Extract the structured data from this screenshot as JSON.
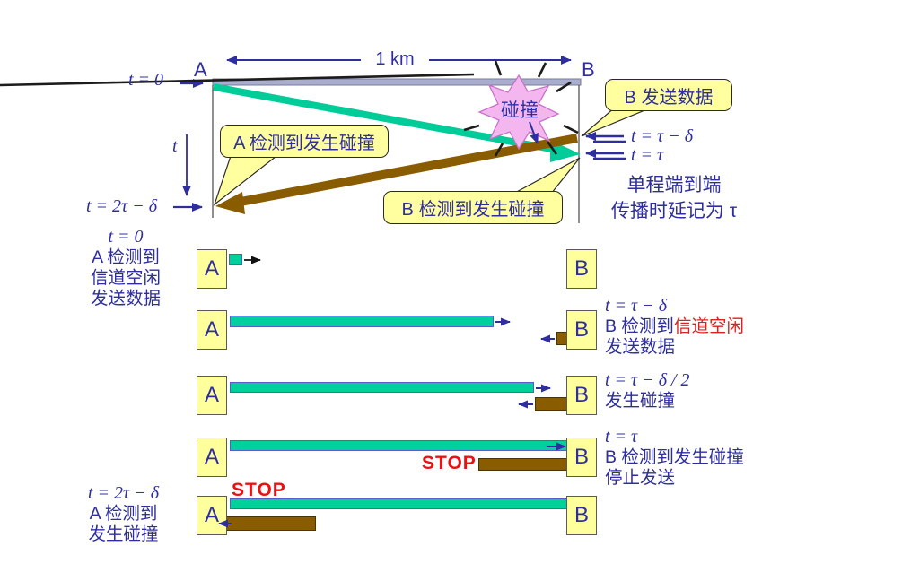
{
  "top_diagram": {
    "node_a": "A",
    "node_b": "B",
    "distance": "1 km",
    "time_zero": "t = 0",
    "time_axis": "t",
    "time_2tau_delta": "t = 2τ − δ",
    "collision": "碰撞",
    "callout_a_detect": "A 检测到发生碰撞",
    "callout_b_send": "B 发送数据",
    "callout_b_detect": "B 检测到发生碰撞",
    "time_tau_delta": "t = τ − δ",
    "time_tau": "t = τ",
    "note_line1": "单程端到端",
    "note_line2": "传播时延记为 τ"
  },
  "timeline": {
    "node_a": "A",
    "node_b": "B",
    "row1_left": {
      "l1": "t = 0",
      "l2": "A 检测到",
      "l3": "信道空闲",
      "l4": "发送数据"
    },
    "row2_right": {
      "l1": "t = τ − δ",
      "l2_prefix": "B 检测到",
      "l2_highlight": "信道空闲",
      "l3": "发送数据"
    },
    "row3_right": {
      "l1": "t = τ − δ / 2",
      "l2": "发生碰撞"
    },
    "row4_right": {
      "l1": "t = τ",
      "l2": "B 检测到发生碰撞",
      "l3": "停止发送"
    },
    "row5_left": {
      "l1": "t = 2τ − δ",
      "l2": "A 检测到",
      "l3": "发生碰撞"
    },
    "stop_b": "STOP",
    "stop_a": "STOP"
  },
  "colors": {
    "text_blue": "#2e2ea0",
    "highlight_red": "#dd2020",
    "stop_red": "#ee1010",
    "bar_green": "#00d09c",
    "bar_brown": "#8a5c00",
    "box_yellow": "#ffff9c",
    "callout_yellow": "#ffffa0",
    "burst_pink": "#f3b6ef",
    "channel_gray": "#a9aecf"
  }
}
